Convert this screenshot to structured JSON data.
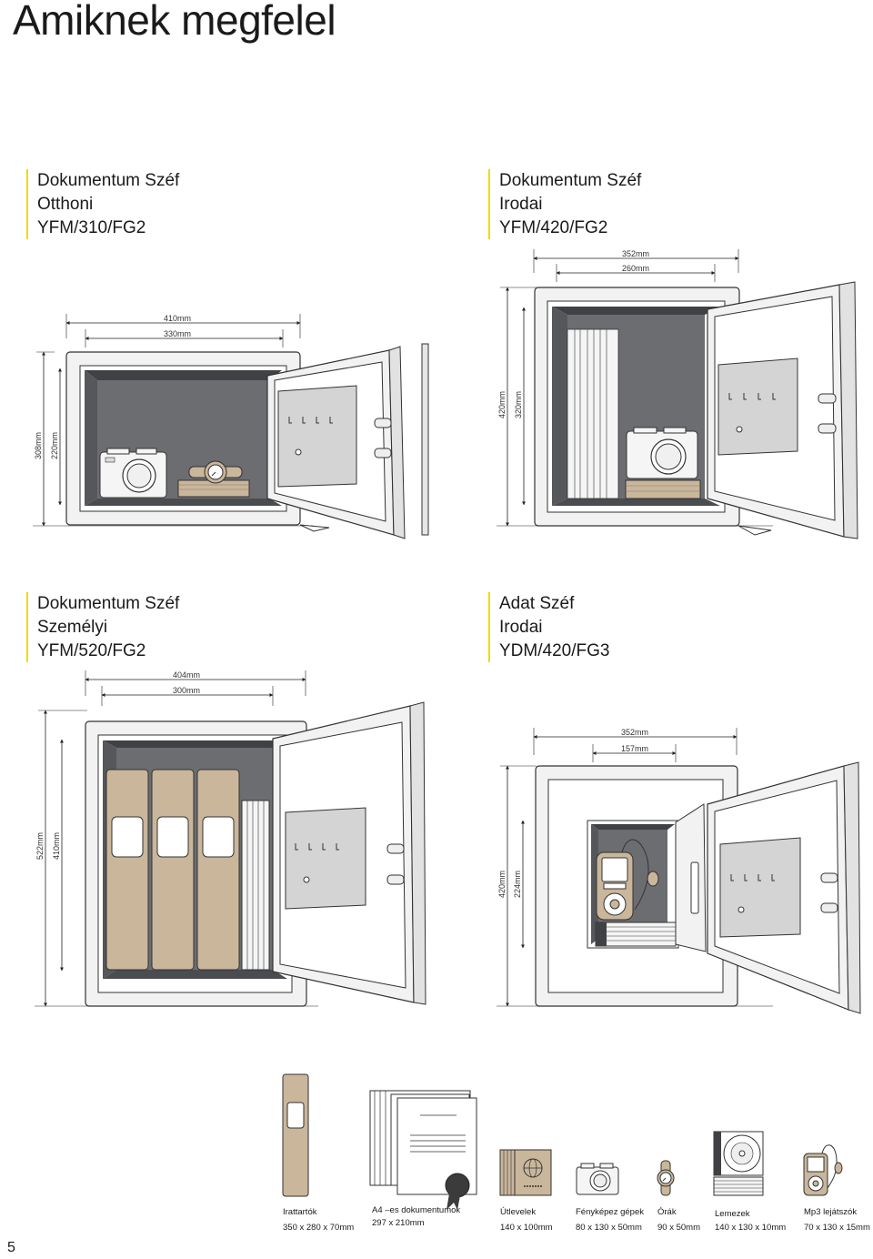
{
  "page": {
    "title": "Amiknek megfelel",
    "number": "5"
  },
  "products": [
    {
      "type": "Dokumentum Széf",
      "use": "Otthoni",
      "model": "YFM/310/FG2",
      "outer_width": "410mm",
      "inner_width": "330mm",
      "outer_height": "308mm",
      "inner_height": "220mm"
    },
    {
      "type": "Dokumentum Széf",
      "use": "Irodai",
      "model": "YFM/420/FG2",
      "outer_width": "352mm",
      "inner_width": "260mm",
      "outer_height": "420mm",
      "inner_height": "320mm"
    },
    {
      "type": "Dokumentum Széf",
      "use": "Személyi",
      "model": "YFM/520/FG2",
      "outer_width": "404mm",
      "inner_width": "300mm",
      "outer_height": "522mm",
      "inner_height": "410mm"
    },
    {
      "type": "Adat Széf",
      "use": "Irodai",
      "model": "YDM/420/FG3",
      "outer_width": "352mm",
      "inner_width": "157mm",
      "outer_height": "420mm",
      "inner_height": "224mm"
    }
  ],
  "legend": [
    {
      "label": "Irattartók",
      "size": "350 x 280 x 70mm",
      "icon": "binder-icon"
    },
    {
      "label": "A4 –es dokumentumok",
      "size": "297 x 210mm",
      "icon": "document-icon"
    },
    {
      "label": "Útlevelek",
      "size": "140 x 100mm",
      "icon": "passport-icon"
    },
    {
      "label": "Fényképez gépek",
      "size": "80 x 130 x 50mm",
      "icon": "camera-icon"
    },
    {
      "label": "Órák",
      "size": "90 x 50mm",
      "icon": "watch-icon"
    },
    {
      "label": "Lemezek",
      "size": "140 x 130 x 10mm",
      "icon": "disc-icon"
    },
    {
      "label": "Mp3 lejátszók",
      "size": "70 x 130 x 15mm",
      "icon": "mp3-player-icon"
    }
  ],
  "colors": {
    "accent": "#f2d800",
    "tan": "#c9b69b",
    "interior": "#6b6d70",
    "steel": "#f0f0f0"
  }
}
